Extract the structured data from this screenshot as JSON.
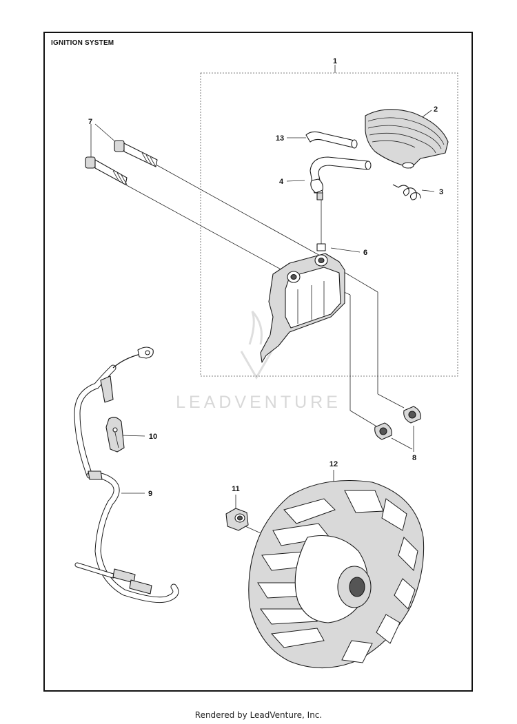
{
  "diagram": {
    "title": "IGNITION SYSTEM",
    "callouts": [
      "1",
      "2",
      "3",
      "4",
      "6",
      "7",
      "8",
      "9",
      "10",
      "11",
      "12",
      "13"
    ]
  },
  "watermark": {
    "text": "LEADVENTURE"
  },
  "footer": {
    "text": "Rendered by LeadVenture, Inc."
  }
}
